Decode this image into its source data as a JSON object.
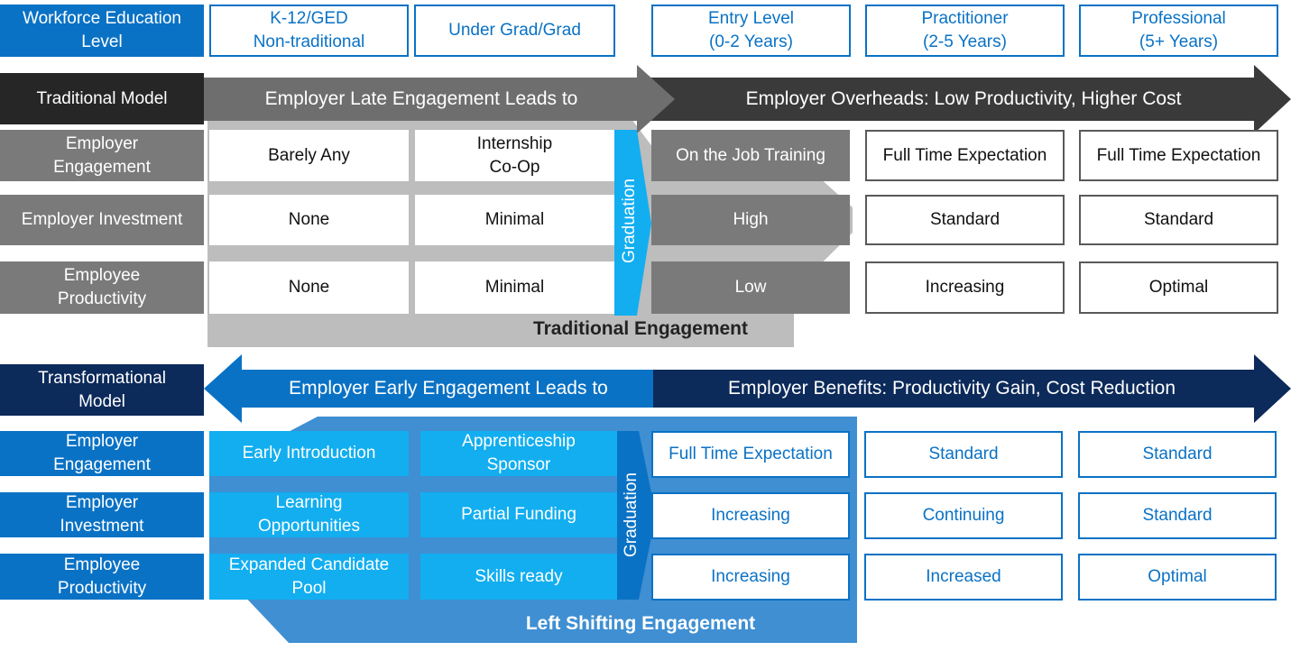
{
  "header": {
    "level_label": "Workforce Education\nLevel",
    "levels": [
      "K-12/GED\nNon-traditional",
      "Under Grad/Grad",
      "Entry Level\n(0-2 Years)",
      "Practitioner\n(2-5 Years)",
      "Professional\n(5+ Years)"
    ]
  },
  "traditional": {
    "model_label": "Traditional  Model",
    "arrow_left_text": "Employer Late Engagement Leads to",
    "arrow_right_text": "Employer Overheads: Low Productivity, Higher Cost",
    "graduation_label": "Graduation",
    "section_label": "Traditional Engagement",
    "rows": [
      {
        "label": "Employer\nEngagement",
        "cells": [
          "Barely Any",
          "Internship\nCo-Op",
          "On the Job Training",
          "Full Time Expectation",
          "Full Time Expectation"
        ]
      },
      {
        "label": "Employer Investment",
        "cells": [
          "None",
          "Minimal",
          "High",
          "Standard",
          "Standard"
        ]
      },
      {
        "label": "Employee\nProductivity",
        "cells": [
          "None",
          "Minimal",
          "Low",
          "Increasing",
          "Optimal"
        ]
      }
    ]
  },
  "transformational": {
    "model_label": "Transformational\nModel",
    "arrow_left_text": "Employer Early Engagement Leads to",
    "arrow_right_text": "Employer Benefits: Productivity Gain, Cost Reduction",
    "graduation_label": "Graduation",
    "section_label": "Left Shifting Engagement",
    "rows": [
      {
        "label": "Employer\nEngagement",
        "cells": [
          "Early Introduction",
          "Apprenticeship\nSponsor",
          "Full Time Expectation",
          "Standard",
          "Standard"
        ]
      },
      {
        "label": "Employer\nInvestment",
        "cells": [
          "Learning\nOpportunities",
          "Partial Funding",
          "Increasing",
          "Continuing",
          "Standard"
        ]
      },
      {
        "label": "Employee\nProductivity",
        "cells": [
          "Expanded Candidate\nPool",
          "Skills ready",
          "Increasing",
          "Increased",
          "Optimal"
        ]
      }
    ]
  },
  "colors": {
    "primary_blue": "#0a72c5",
    "cyan": "#12aef0",
    "navy": "#0c2a5a",
    "dark": "#262626",
    "grey": "#7a7a7a"
  }
}
